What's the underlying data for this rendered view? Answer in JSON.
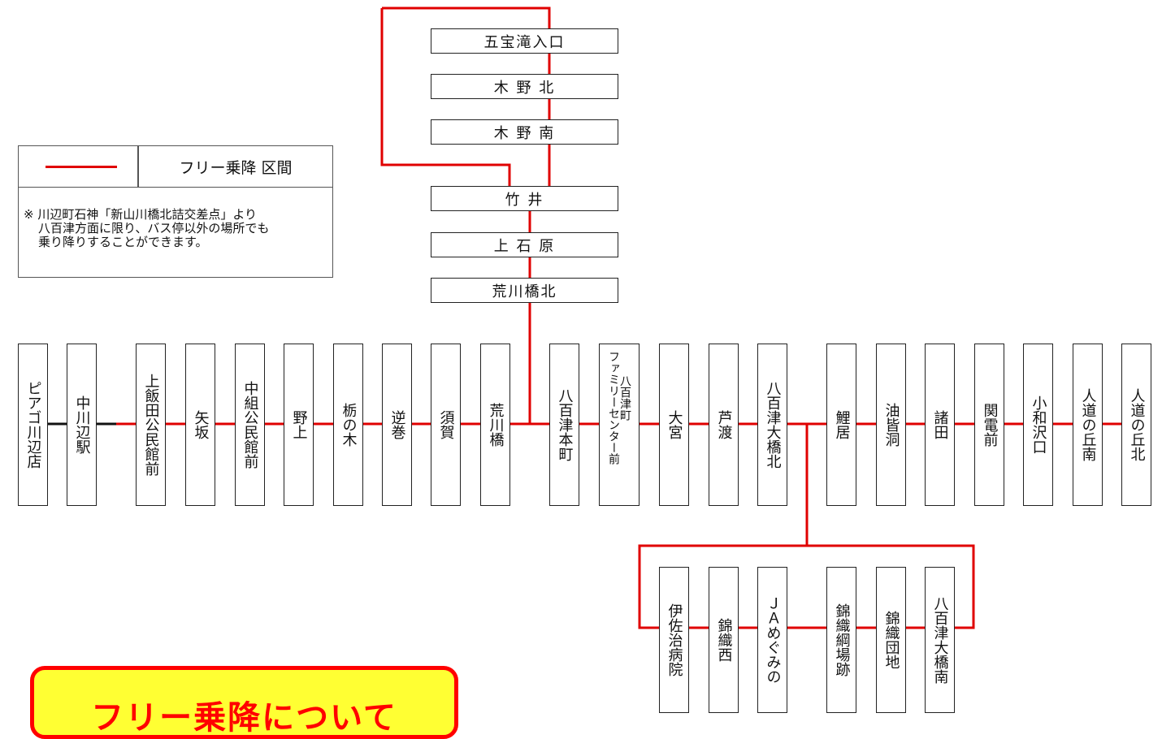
{
  "colors": {
    "route_red": "#e00000",
    "route_black": "#111111",
    "callout_bg": "#ffff33",
    "callout_border": "#ff0000"
  },
  "legend": {
    "label": "フリー乗降 区間",
    "note_lines": [
      "※ 川辺町石神「新山川橋北詰交差点」より",
      "八百津方面に限り、バス停以外の場所でも",
      "乗り降りすることができます。"
    ]
  },
  "branch_north": [
    "五宝滝入口",
    "木 野 北",
    "木 野 南",
    "竹 井",
    "上 石 原",
    "荒川橋北"
  ],
  "main_line": [
    {
      "name": "ピアゴ川辺店"
    },
    {
      "name": "中川辺駅"
    },
    {
      "name": "上飯田公民館前"
    },
    {
      "name": "矢坂"
    },
    {
      "name": "中組公民館前"
    },
    {
      "name": "野上"
    },
    {
      "name": "栃の木"
    },
    {
      "name": "逆巻"
    },
    {
      "name": "須賀"
    },
    {
      "name": "荒川橋"
    },
    {
      "name": "八百津本町"
    },
    {
      "name": "ファミリーセンター前",
      "sub": "八百津町"
    },
    {
      "name": "大宮"
    },
    {
      "name": "芦渡"
    },
    {
      "name": "八百津大橋北"
    },
    {
      "name": "鯉居"
    },
    {
      "name": "油皆洞"
    },
    {
      "name": "諸田"
    },
    {
      "name": "関電前"
    },
    {
      "name": "小和沢口"
    },
    {
      "name": "人道の丘南"
    },
    {
      "name": "人道の丘北"
    }
  ],
  "branch_south": [
    "伊佐治病院",
    "錦織西",
    "ＪＡめぐみの",
    "錦織綱場跡",
    "錦織団地",
    "八百津大橋南"
  ],
  "callout": {
    "title": "フリー乗降について"
  }
}
